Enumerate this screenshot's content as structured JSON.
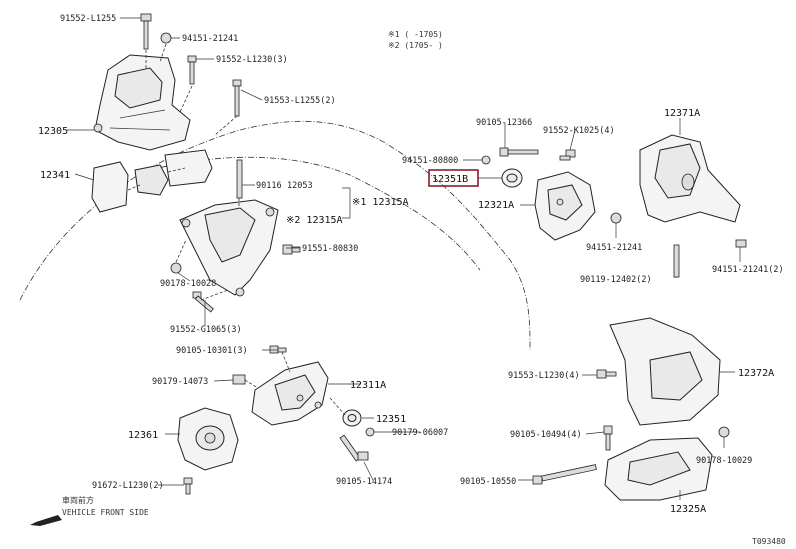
{
  "notes": {
    "note1": "※1 (   -1705)",
    "note2": "※2 (1705-   )"
  },
  "labels": {
    "p91552_L1255": "91552-L1255",
    "p94151_21241_a": "94151-21241",
    "p91552_L1230_3": "91552-L1230(3)",
    "p91553_L1255_2": "91553-L1255(2)",
    "p12305": "12305",
    "p12341": "12341",
    "p90116": "90116",
    "p12053": "12053",
    "p12315A_1": "※1 12315A",
    "p12315A_2": "※2 12315A",
    "p91551_80830": "91551-80830",
    "p90178_10028": "90178-10028",
    "p91552_G1065_3": "91552-G1065(3)",
    "p90105_10301_3": "90105-10301(3)",
    "p90179_14073": "90179-14073",
    "p12311A": "12311A",
    "p12361": "12361",
    "p12351": "12351",
    "p90179_06007": "90179-06007",
    "p91672_L1230_2": "91672-L1230(2)",
    "p90105_14174": "90105-14174",
    "p90105_12366": "90105-12366",
    "p91552_K1025_4": "91552-K1025(4)",
    "p94151_80800": "94151-80800",
    "p12351B": "12351B",
    "p12321A": "12321A",
    "p94151_21241_b": "94151-21241",
    "p12371A": "12371A",
    "p90119_12402_2": "90119-12402(2)",
    "p94151_21241_2": "94151-21241(2)",
    "p91553_L1230_4": "91553-L1230(4)",
    "p12372A": "12372A",
    "p90105_10494_4": "90105-10494(4)",
    "p90178_10029": "90178-10029",
    "p90105_10550": "90105-10550",
    "p12325A": "12325A"
  },
  "direction": {
    "jp": "車両前方",
    "en": "VEHICLE FRONT SIDE"
  },
  "figure_id": "T093480",
  "highlight_part": "12351B",
  "highlight_color": "#8b1c2b"
}
